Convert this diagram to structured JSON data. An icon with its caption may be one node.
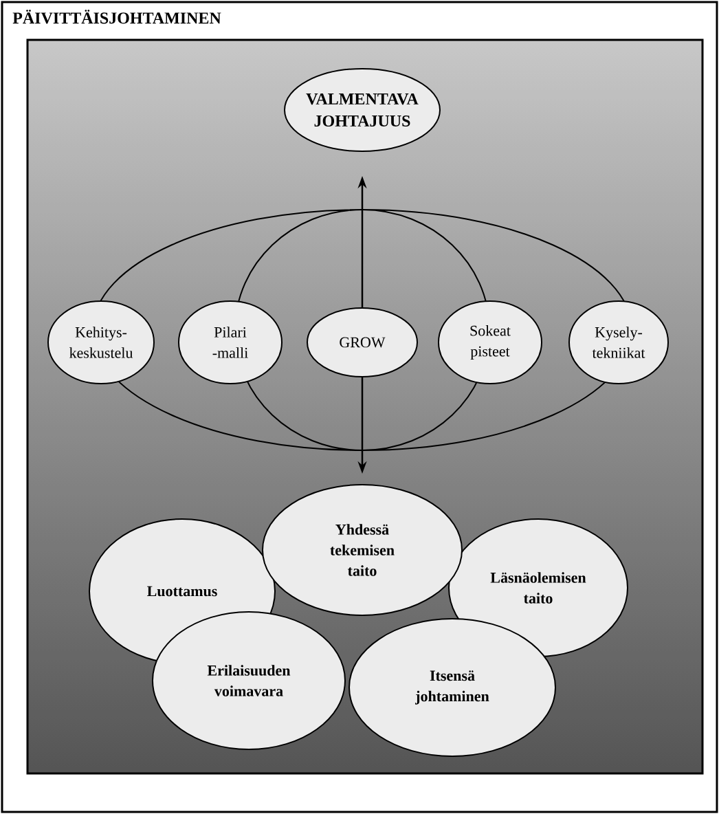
{
  "diagram": {
    "nodes": [
      {
        "text": [
          "PÄIVITTÄISJOHTAMINEN"
        ]
      },
      {
        "text": [],
        "shape": "box",
        "in": 0
      },
      {
        "text": [
          "VALMENTAVA JOHTAJUUS"
        ],
        "in": 1
      },
      {
        "text": [
          "Kehitys- keskustelu"
        ],
        "in": 1
      },
      {
        "text": [
          "Pilari -malli"
        ],
        "in": 1
      },
      {
        "text": [
          "GROW"
        ],
        "in": 1
      },
      {
        "text": [
          "Sokeat pisteet"
        ],
        "in": 1
      },
      {
        "text": [
          "Kysely- tekniikat"
        ],
        "in": 1
      },
      {
        "text": [
          "Luottamus"
        ],
        "in": 1
      },
      {
        "text": [
          "Yhdessä tekemisen taito"
        ],
        "in": 1
      },
      {
        "text": [
          "Läsnäolemisen taito"
        ],
        "in": 1
      },
      {
        "text": [
          "Erilaisuuden voimavara"
        ],
        "in": 1
      },
      {
        "text": [
          "Itsensä johtaminen"
        ],
        "in": 1
      }
    ],
    "edges": [
      {
        "from": 5,
        "to": 2,
        "arrow": "to"
      },
      {
        "from": 5,
        "to": 9,
        "arrow": "to"
      }
    ]
  }
}
